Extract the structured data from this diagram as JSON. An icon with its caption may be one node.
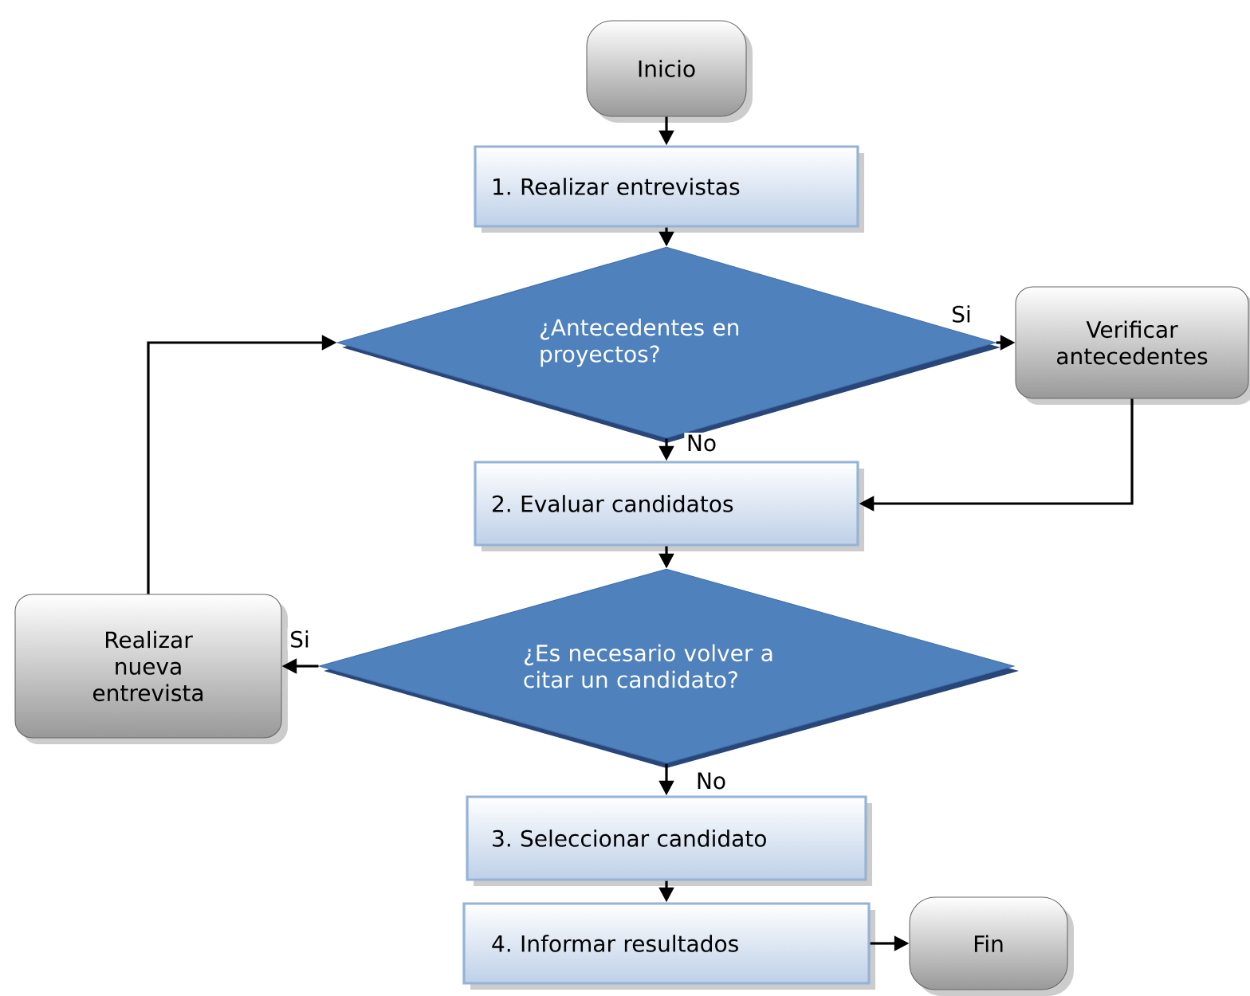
{
  "diagram": {
    "nodes": [
      {
        "text": [
          "Inicio"
        ]
      },
      {
        "text": [
          "1. Realizar entrevistas"
        ]
      },
      {
        "text": [
          "¿Antecedentes en proyectos?"
        ]
      },
      {
        "text": [
          "Verificar antecedentes"
        ]
      },
      {
        "text": [
          "2. Evaluar candidatos"
        ]
      },
      {
        "text": [
          "¿Es necesario volver a citar un candidato?"
        ]
      },
      {
        "text": [
          "Realizar nueva entrevista"
        ]
      },
      {
        "text": [
          "3. Seleccionar candidato"
        ]
      },
      {
        "text": [
          "4. Informar resultados"
        ]
      },
      {
        "text": [
          "Fin"
        ]
      }
    ],
    "edges": [
      {
        "from": 0,
        "to": 1,
        "arrow": "to"
      },
      {
        "from": 1,
        "to": 2,
        "arrow": "to"
      },
      {
        "from": 2,
        "to": 3,
        "arrow": "to",
        "label": "Si"
      },
      {
        "from": 2,
        "to": 4,
        "arrow": "to",
        "label": "No"
      },
      {
        "from": 3,
        "to": 4,
        "arrow": "to"
      },
      {
        "from": 4,
        "to": 5,
        "arrow": "to"
      },
      {
        "from": 5,
        "to": 6,
        "arrow": "to",
        "label": "Si"
      },
      {
        "from": 6,
        "to": 2,
        "arrow": "to"
      },
      {
        "from": 5,
        "to": 7,
        "arrow": "to",
        "label": "No"
      },
      {
        "from": 7,
        "to": 8,
        "arrow": "to"
      },
      {
        "from": 8,
        "to": 9,
        "arrow": "to"
      }
    ]
  }
}
